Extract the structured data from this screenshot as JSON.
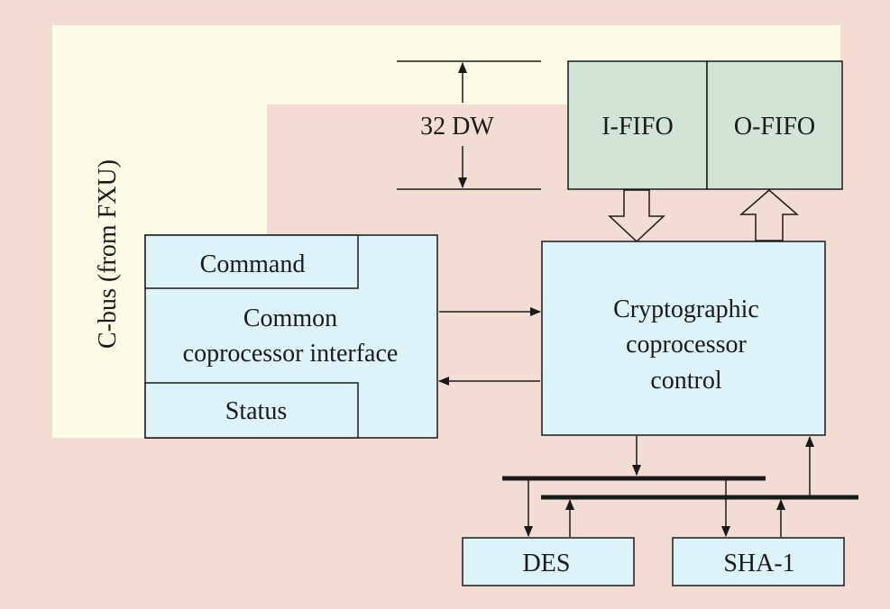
{
  "colors": {
    "background": "#f2dcd3",
    "cbus_region": "#fcfbe6",
    "fifo_fill": "#d2e4d6",
    "block_fill": "#dcf3fa",
    "stroke": "#1a1a1a"
  },
  "labels": {
    "cbus": "C-bus (from FXU)",
    "depth": "32 DW",
    "ififo": "I-FIFO",
    "ofifo": "O-FIFO",
    "command": "Command",
    "cci_line1": "Common",
    "cci_line2": "coprocessor interface",
    "status": "Status",
    "crypto_line1": "Cryptographic",
    "crypto_line2": "coprocessor",
    "crypto_line3": "control",
    "des": "DES",
    "sha1": "SHA-1"
  }
}
